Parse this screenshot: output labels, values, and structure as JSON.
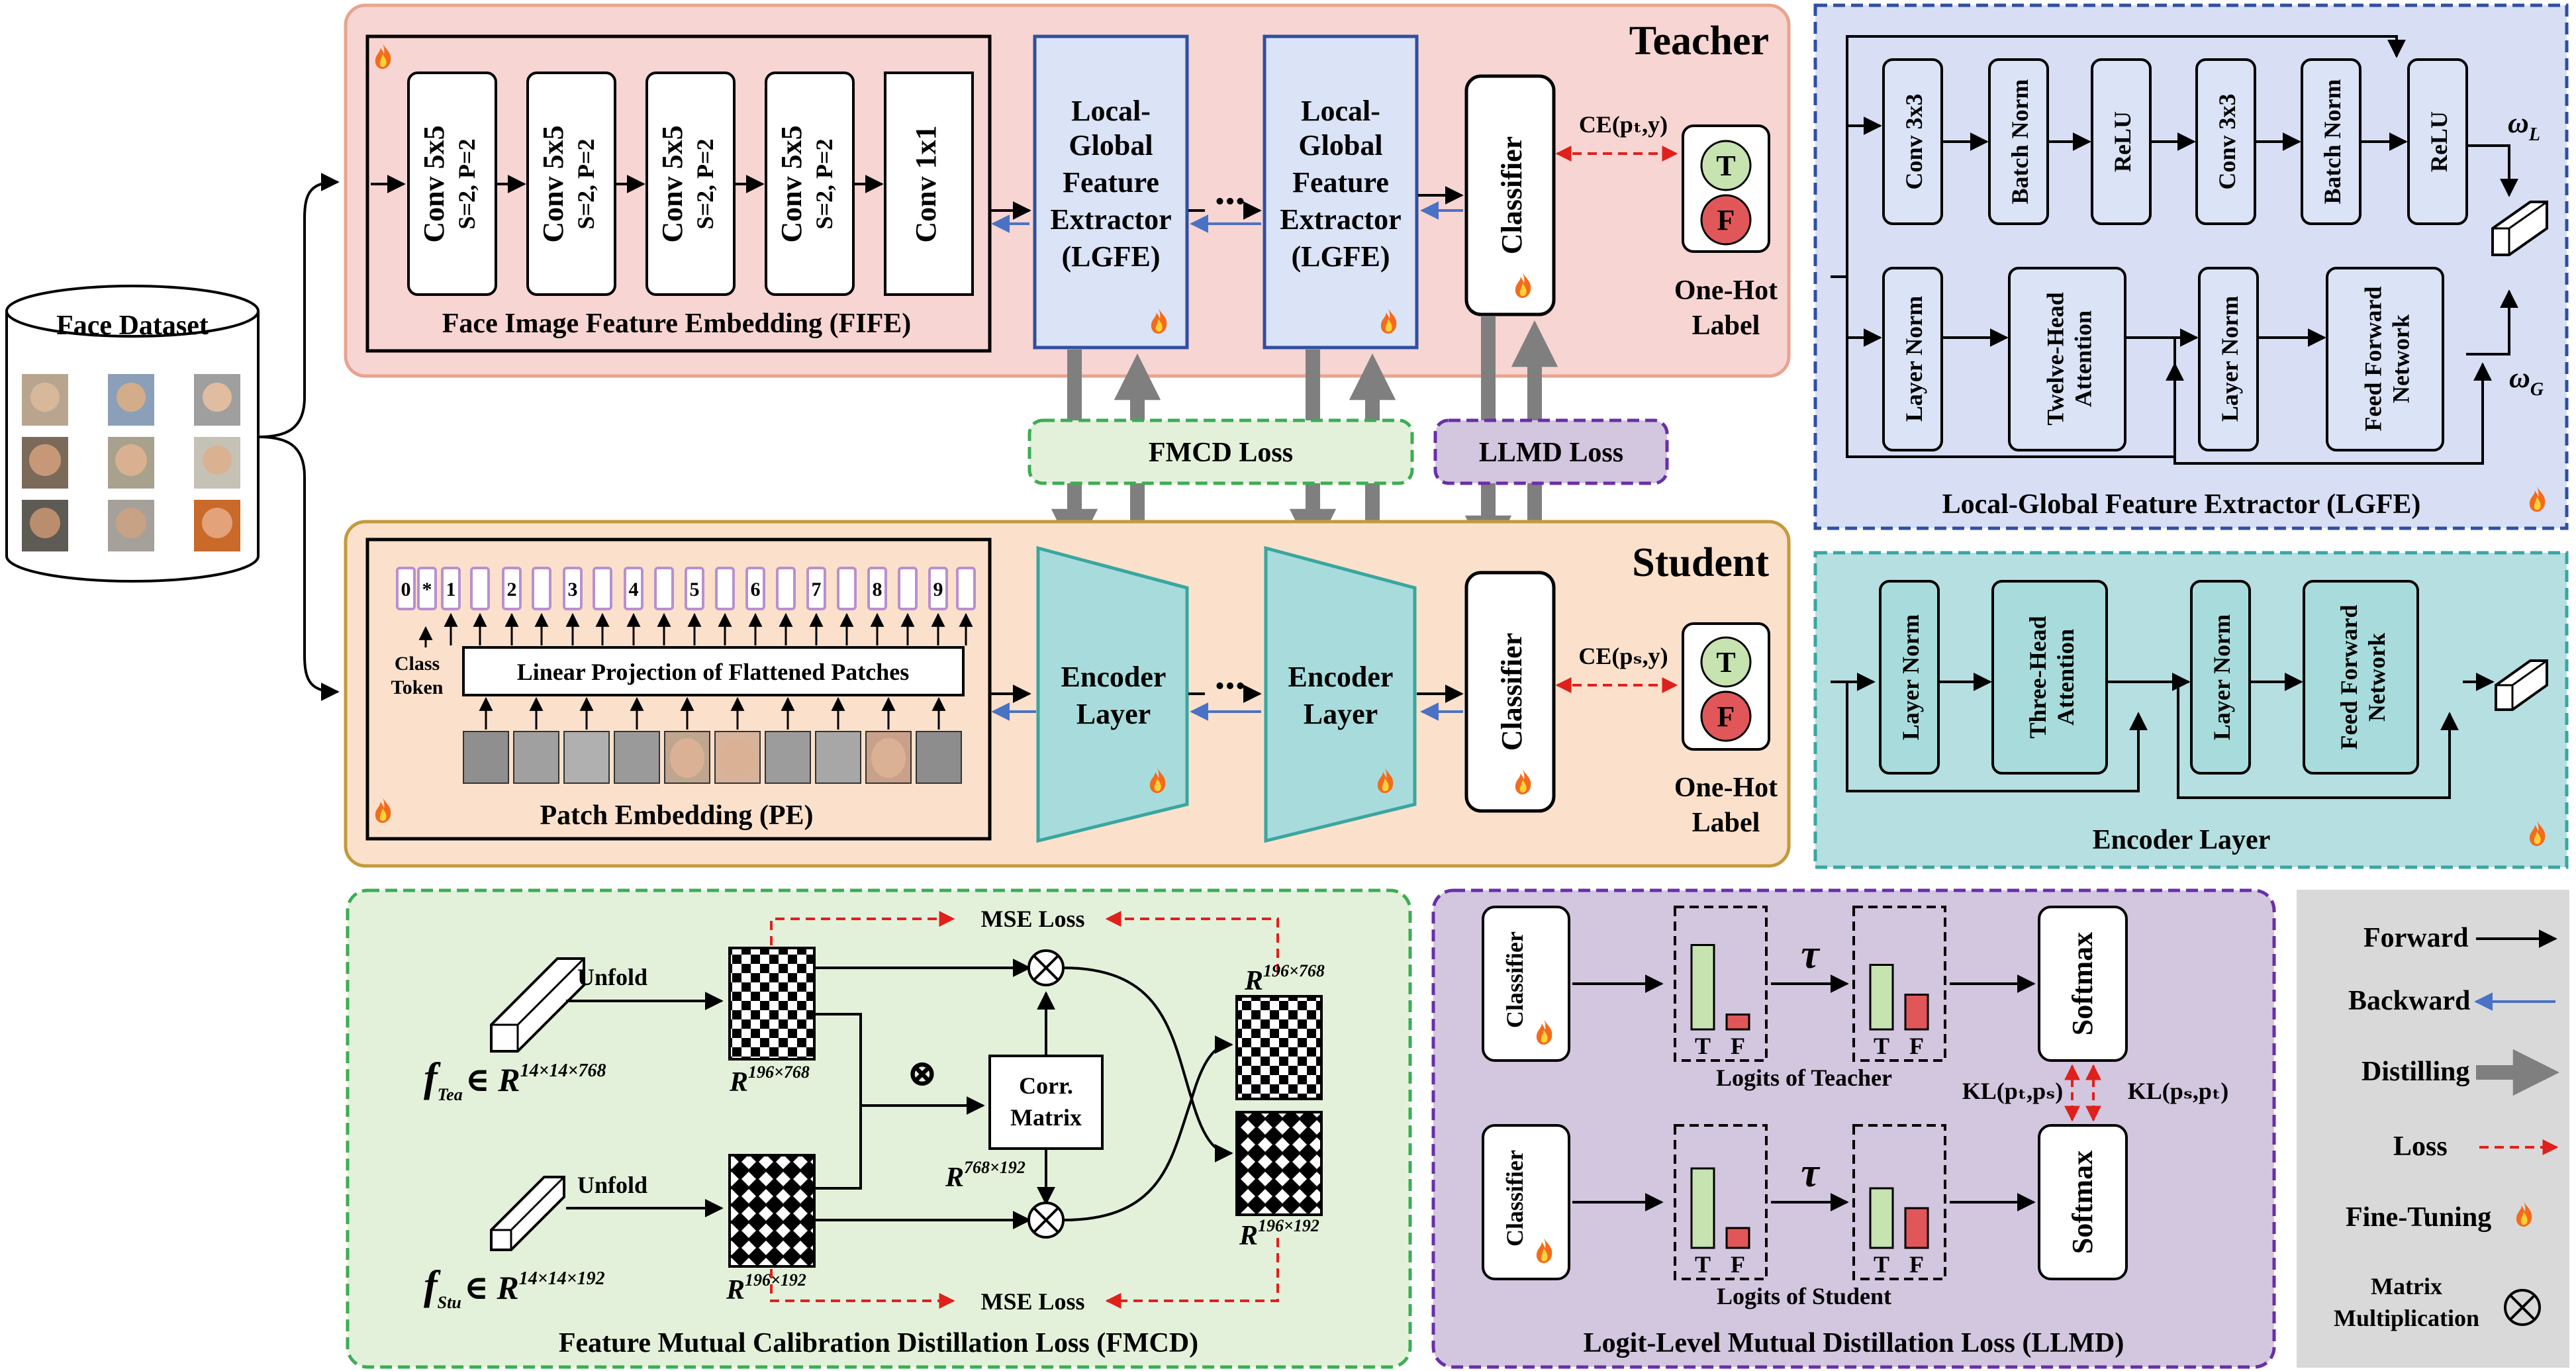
{
  "dataset": {
    "label": "Face Dataset"
  },
  "teacher": {
    "title": "Teacher",
    "fife_caption": "Face Image Feature Embedding (FIFE)",
    "conv_blocks": [
      {
        "name": "Conv 5x5",
        "param": "S=2, P=2"
      },
      {
        "name": "Conv 5x5",
        "param": "S=2, P=2"
      },
      {
        "name": "Conv 5x5",
        "param": "S=2, P=2"
      },
      {
        "name": "Conv 5x5",
        "param": "S=2, P=2"
      },
      {
        "name": "Conv 1x1",
        "param": ""
      }
    ],
    "lgfe_lines": [
      "Local-",
      "Global",
      "Feature",
      "Extractor",
      "(LGFE)"
    ],
    "ellipsis": "...",
    "classifier": "Classifier",
    "ce_loss": "CE(pₜ,y)",
    "label_t": "T",
    "label_f": "F",
    "onehot_1": "One-Hot",
    "onehot_2": "Label"
  },
  "losses": {
    "fmcd": "FMCD Loss",
    "llmd": "LLMD Loss"
  },
  "student": {
    "title": "Student",
    "pe_caption": "Patch Embedding (PE)",
    "tokens": [
      "0",
      "*",
      "1",
      "2",
      "3",
      "4",
      "5",
      "6",
      "7",
      "8",
      "9"
    ],
    "class_token_1": "Class",
    "class_token_2": "Token",
    "linear_proj": "Linear Projection of Flattened Patches",
    "encoder_1": "Encoder",
    "encoder_2": "Layer",
    "ellipsis": "...",
    "classifier": "Classifier",
    "ce_loss": "CE(pₛ,y)",
    "label_t": "T",
    "label_f": "F",
    "onehot_1": "One-Hot",
    "onehot_2": "Label"
  },
  "lgfe_panel": {
    "caption": "Local-Global Feature Extractor (LGFE)",
    "top_blocks": [
      "Conv 3x3",
      "Batch Norm",
      "ReLU",
      "Conv 3x3",
      "Batch Norm",
      "ReLU"
    ],
    "bottom_blocks": [
      "Layer Norm",
      "Twelve-Head Attention",
      "Layer Norm",
      "Feed Forward Network"
    ],
    "omega_l": "ω",
    "omega_l_sub": "L",
    "omega_g": "ω",
    "omega_g_sub": "G"
  },
  "encoder_panel": {
    "caption": "Encoder Layer",
    "blocks": [
      "Layer Norm",
      "Three-Head Attention",
      "Layer Norm",
      "Feed Forward Network"
    ]
  },
  "fmcd_panel": {
    "caption": "Feature Mutual Calibration Distillation Loss (FMCD)",
    "mse_top": "MSE Loss",
    "mse_bottom": "MSE Loss",
    "unfold_top": "Unfold",
    "unfold_bottom": "Unfold",
    "f_tea": "f",
    "f_tea_sub": "Tea",
    "f_tea_in": "∈ R",
    "f_tea_dim": "14×14×768",
    "f_stu": "f",
    "f_stu_sub": "Stu",
    "f_stu_in": "∈ R",
    "f_stu_dim": "14×14×192",
    "r_base": "R",
    "r_196_768": "196×768",
    "r_196_192": "196×192",
    "r_768_192": "768×192",
    "corr_1": "Corr.",
    "corr_2": "Matrix",
    "otimes": "⊗"
  },
  "llmd_panel": {
    "caption": "Logit-Level Mutual Distillation Loss (LLMD)",
    "classifier": "Classifier",
    "tau": "τ",
    "bar_t": "T",
    "bar_f": "F",
    "logits_teacher": "Logits of Teacher",
    "logits_student": "Logits of Student",
    "softmax": "Softmax",
    "kl_left": "KL(pₜ,pₛ)",
    "kl_right": "KL(pₛ,pₜ)",
    "teacher_logits": {
      "T": 0.85,
      "F": 0.15
    },
    "teacher_logits_tau": {
      "T": 0.65,
      "F": 0.35
    },
    "student_logits": {
      "T": 0.8,
      "F": 0.2
    },
    "student_logits_tau": {
      "T": 0.6,
      "F": 0.4
    }
  },
  "legend": {
    "forward": "Forward",
    "backward": "Backward",
    "distilling": "Distilling",
    "loss": "Loss",
    "finetuning": "Fine-Tuning",
    "matrix_1": "Matrix",
    "matrix_2": "Multiplication"
  },
  "colors": {
    "teacher_bg": "#f7d5d3",
    "teacher_border": "#e8a48e",
    "student_bg": "#fbe1cb",
    "student_border": "#c49a3c",
    "lgfe_bg": "#d8def4",
    "lgfe_border": "#2f4fa0",
    "encoder_bg": "#b6dfe1",
    "encoder_border": "#3aa6a0",
    "fmcd_bg": "#e4f1da",
    "fmcd_border": "#3cad54",
    "llmd_bg": "#d3c6df",
    "llmd_border": "#6a2fa8",
    "legend_bg": "#d9d9d9",
    "lgfe_block": "#dbe3f6",
    "encoder_block": "#a8dcdc",
    "bar_green": "#c6e3b0",
    "bar_red": "#e15759",
    "loss_red": "#e0201b",
    "backward_blue": "#4a72c4",
    "distill_gray": "#7f7f7f"
  }
}
